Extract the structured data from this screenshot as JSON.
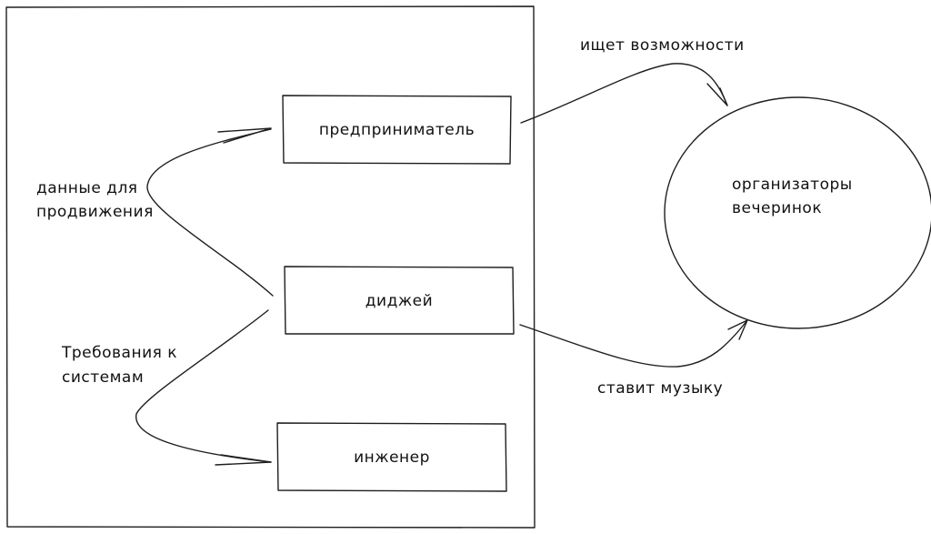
{
  "diagram": {
    "stroke_color": "#1e1e1e",
    "background": "#ffffff",
    "nodes": [
      {
        "id": "entrepreneur",
        "label": "предприниматель",
        "shape": "rectangle"
      },
      {
        "id": "dj",
        "label": "диджей",
        "shape": "rectangle"
      },
      {
        "id": "engineer",
        "label": "инженер",
        "shape": "rectangle"
      },
      {
        "id": "organizers",
        "label_line1": "организаторы",
        "label_line2": "вечеринок",
        "shape": "ellipse"
      }
    ],
    "edges": [
      {
        "from": "dj",
        "to": "entrepreneur",
        "label_line1": "данные для",
        "label_line2": "продвижения"
      },
      {
        "from": "dj",
        "to": "engineer",
        "label_line1": "Требования к",
        "label_line2": "системам"
      },
      {
        "from": "entrepreneur",
        "to": "organizers",
        "label": "ищет возможности"
      },
      {
        "from": "dj",
        "to": "organizers",
        "label": "ставит музыку"
      }
    ]
  }
}
